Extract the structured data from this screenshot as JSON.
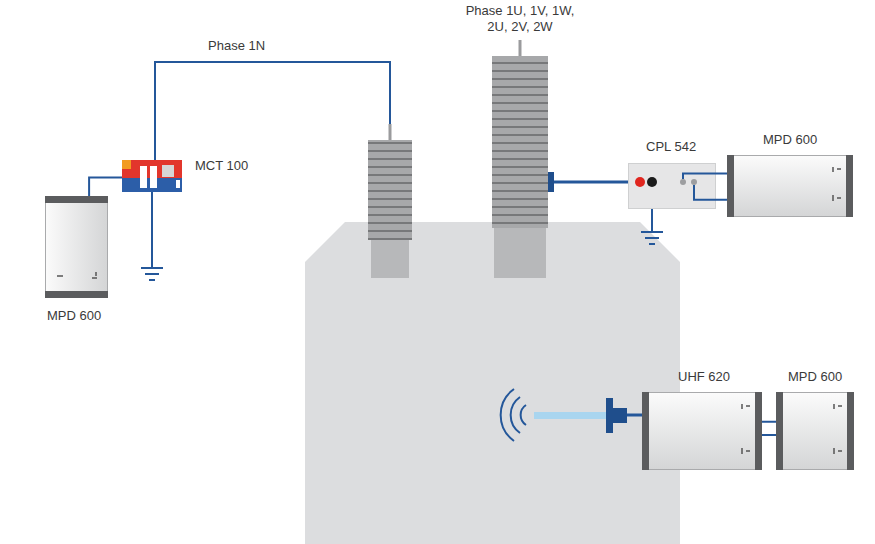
{
  "diagram": {
    "nodes": [
      {
        "text": [
          "CPL 542"
        ]
      },
      {
        "text": [
          "MPD 600"
        ]
      },
      {
        "text": [
          "MCT 100"
        ]
      },
      {
        "text": [
          "MPD 600"
        ]
      },
      {
        "text": [
          "UHF 620"
        ]
      },
      {
        "text": [
          "MPD 600"
        ]
      }
    ],
    "edges": [
      {
        "from": 3,
        "to": 2,
        "arrow": "none"
      },
      {
        "from": 0,
        "to": 1,
        "arrow": "none"
      },
      {
        "from": 4,
        "to": 5,
        "arrow": "none"
      }
    ],
    "labels": [
      "Phase 1N",
      "Phase 1U, 1V, 1W, 2U, 2V, 2W"
    ]
  }
}
